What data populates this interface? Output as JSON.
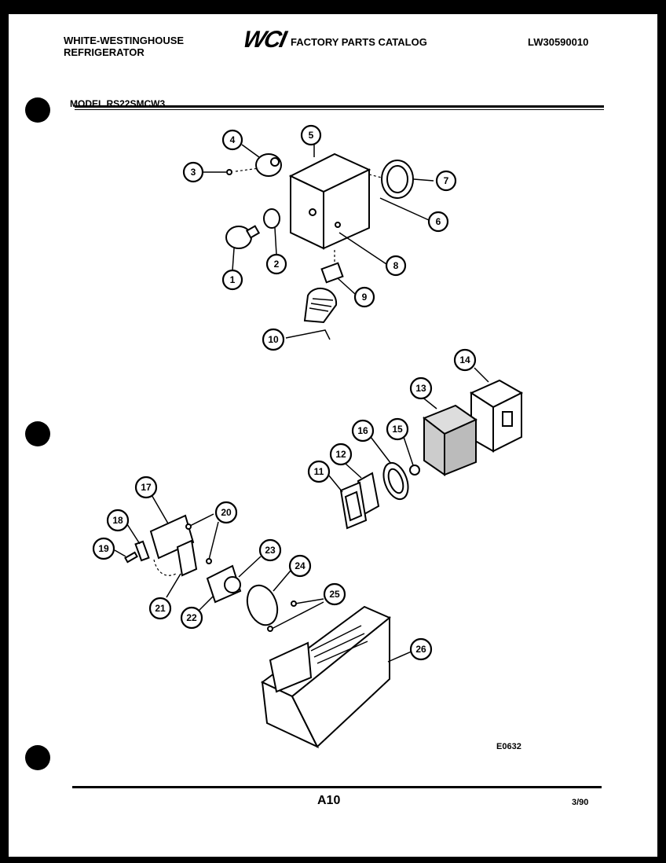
{
  "header": {
    "brand_line1": "WHITE-WESTINGHOUSE",
    "brand_line2": "REFRIGERATOR",
    "logo": "WCI",
    "catalog_title": "FACTORY PARTS CATALOG",
    "document_number": "LW30590010",
    "model_label": "MODEL RS22SMCW3"
  },
  "diagram": {
    "callouts": [
      "1",
      "2",
      "3",
      "4",
      "5",
      "6",
      "7",
      "8",
      "9",
      "10",
      "11",
      "12",
      "13",
      "14",
      "15",
      "16",
      "17",
      "18",
      "19",
      "20",
      "21",
      "22",
      "23",
      "24",
      "25",
      "26"
    ],
    "figure_code": "E0632"
  },
  "footer": {
    "page": "A10",
    "date": "3/90"
  }
}
